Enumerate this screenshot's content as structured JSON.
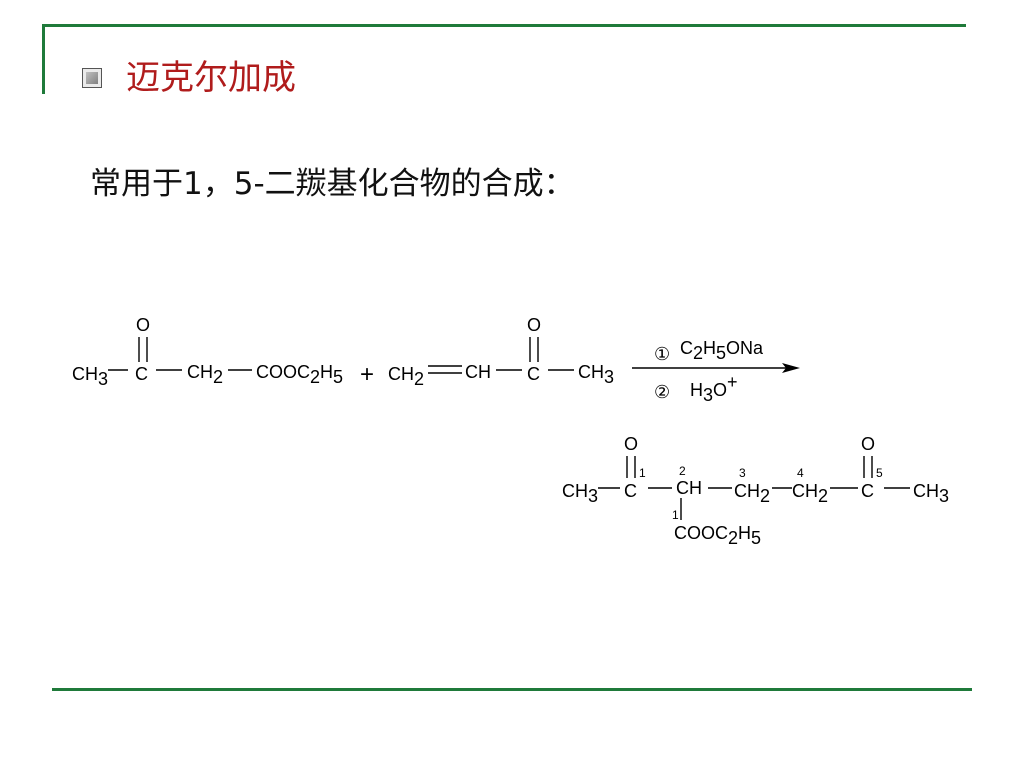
{
  "slide": {
    "title": "迈克尔加成",
    "subtitle": "常用于1，5-二羰基化合物的合成："
  },
  "reaction": {
    "reactant1": {
      "oxygen": "O",
      "groups": [
        {
          "main": "CH",
          "sub": "3"
        },
        {
          "main": "C",
          "sub": ""
        },
        {
          "main": "CH",
          "sub": "2"
        },
        {
          "parts": [
            {
              "main": "COOC",
              "sub": "2"
            },
            {
              "main": "H",
              "sub": "5"
            }
          ]
        }
      ]
    },
    "plus": "+",
    "reactant2": {
      "oxygen": "O",
      "groups": [
        {
          "main": "CH",
          "sub": "2"
        },
        {
          "main": "CH",
          "sub": ""
        },
        {
          "main": "C",
          "sub": ""
        },
        {
          "main": "CH",
          "sub": "3"
        }
      ]
    },
    "conditions": {
      "step1_marker": "①",
      "step1": [
        {
          "main": "C",
          "sub": "2"
        },
        {
          "main": "H",
          "sub": "5"
        },
        {
          "main": "ONa",
          "sub": ""
        }
      ],
      "step2_marker": "②",
      "step2": [
        {
          "main": "H",
          "sub": "3"
        },
        {
          "main": "O",
          "sup": "+"
        }
      ]
    },
    "product": {
      "oxygens": [
        "O",
        "O"
      ],
      "locants": [
        "1",
        "2",
        "3",
        "4",
        "5",
        "1"
      ],
      "groups": [
        {
          "main": "CH",
          "sub": "3"
        },
        {
          "main": "C",
          "sub": ""
        },
        {
          "main": "CH",
          "sub": ""
        },
        {
          "main": "CH",
          "sub": "2"
        },
        {
          "main": "CH",
          "sub": "2"
        },
        {
          "main": "C",
          "sub": ""
        },
        {
          "main": "CH",
          "sub": "3"
        }
      ],
      "branch": [
        {
          "main": "COOC",
          "sub": "2"
        },
        {
          "main": "H",
          "sub": "5"
        }
      ]
    }
  }
}
